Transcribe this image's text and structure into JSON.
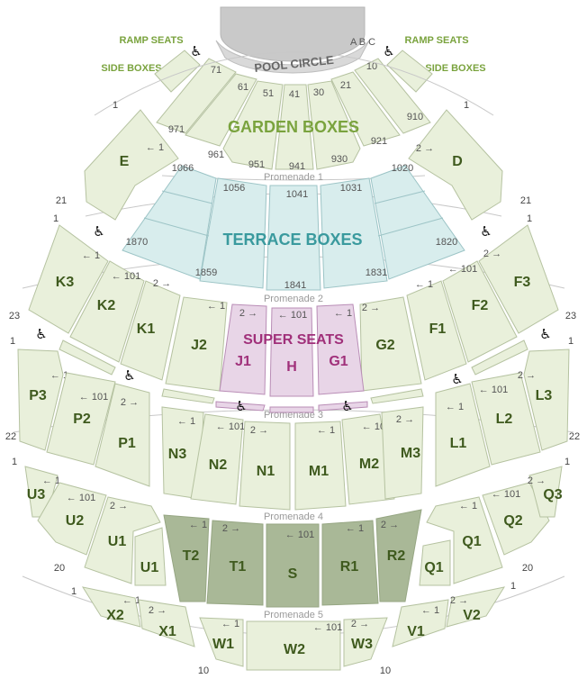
{
  "labels": {
    "ramp_seats_left": "RAMP SEATS",
    "ramp_seats_right": "RAMP SEATS",
    "side_boxes_left": "SIDE BOXES",
    "side_boxes_right": "SIDE BOXES",
    "pool_circle": "POOL CIRCLE",
    "garden_boxes": "GARDEN BOXES",
    "terrace_boxes": "TERRACE BOXES",
    "super_seats": "SUPER SEATS",
    "promenade_1": "Promenade 1",
    "promenade_2": "Promenade 2",
    "promenade_3": "Promenade 3",
    "promenade_4": "Promenade 4",
    "promenade_5": "Promenade 5",
    "pool_letters": "A B C"
  },
  "box_numbers": {
    "g71": "71",
    "g61": "61",
    "g51": "51",
    "g41": "41",
    "g30": "30",
    "g21": "21",
    "g10": "10",
    "g971": "971",
    "g961": "961",
    "g951": "951",
    "g941": "941",
    "g930": "930",
    "g921": "921",
    "g910": "910",
    "t1066": "1066",
    "t1056": "1056",
    "t1041": "1041",
    "t1031": "1031",
    "t1020": "1020",
    "t1870": "1870",
    "t1859": "1859",
    "t1841": "1841",
    "t1831": "1831",
    "t1820": "1820"
  },
  "sections": {
    "E": "E",
    "D": "D",
    "K3": "K3",
    "K2": "K2",
    "K1": "K1",
    "J2": "J2",
    "J1": "J1",
    "H": "H",
    "G1": "G1",
    "G2": "G2",
    "F1": "F1",
    "F2": "F2",
    "F3": "F3",
    "P3": "P3",
    "P2": "P2",
    "P1": "P1",
    "N3": "N3",
    "N2": "N2",
    "N1": "N1",
    "M1": "M1",
    "M2": "M2",
    "M3": "M3",
    "L1": "L1",
    "L2": "L2",
    "L3": "L3",
    "U3": "U3",
    "U2": "U2",
    "U1a": "U1",
    "U1b": "U1",
    "T2": "T2",
    "T1": "T1",
    "S": "S",
    "R1": "R1",
    "R2": "R2",
    "Q1a": "Q1",
    "Q1b": "Q1",
    "Q2": "Q2",
    "Q3": "Q3",
    "X2": "X2",
    "X1": "X1",
    "W1": "W1",
    "W2": "W2",
    "W3": "W3",
    "V1": "V1",
    "V2": "V2"
  },
  "row_markers": {
    "r1_left_top": "1",
    "r21_left": "21",
    "r1_left_k": "1",
    "r23_left": "23",
    "r1_left_p": "1",
    "r22_left": "22",
    "r1_left_u": "1",
    "r20_left": "20",
    "r1_left_x": "1",
    "r10_left": "10",
    "r1_right_top": "1",
    "r21_right": "21",
    "r1_right_f": "1",
    "r23_right": "23",
    "r1_right_l": "1",
    "r22_right": "22",
    "r1_right_q": "1",
    "r20_right": "20",
    "r1_right_v": "1",
    "r10_right": "10"
  },
  "seat_hints": {
    "e": "← 1",
    "d": "2 →",
    "k3": "← 1",
    "k2": "← 101",
    "k1": "2 →",
    "j2": "← 1",
    "j1": "2 →",
    "h": "← 101",
    "g1": "← 1",
    "g2": "2 →",
    "f1": "← 1",
    "f2": "← 101",
    "f3": "2 →",
    "p3": "← 1",
    "p2": "← 101",
    "p1": "2 →",
    "n3": "← 1",
    "n2": "← 101",
    "n1": "2 →",
    "m1": "← 1",
    "m2": "← 101",
    "m3": "2 →",
    "l1": "← 1",
    "l2": "← 101",
    "l3": "2 →",
    "u3": "← 1",
    "u2": "← 101",
    "u1": "2 →",
    "t2": "← 1",
    "t1": "2 →",
    "s": "← 101",
    "r1": "← 1",
    "r2": "2 →",
    "q1": "← 1",
    "q2": "← 101",
    "q3": "2 →",
    "x2": "← 1",
    "x1": "2 →",
    "w1": "← 1",
    "w2": "← 101",
    "w3": "2 →",
    "v1": "← 1",
    "v2": "2 →"
  },
  "icons": {
    "wheelchair": "♿"
  },
  "colors": {
    "general": "#e9f0db",
    "terrace": "#d8eded",
    "super": "#e8d5e7",
    "pool_circle_dark": "#a9b897",
    "garden_label": "#7aa33e",
    "terrace_label": "#3a9a9e",
    "super_label": "#a0307a"
  }
}
